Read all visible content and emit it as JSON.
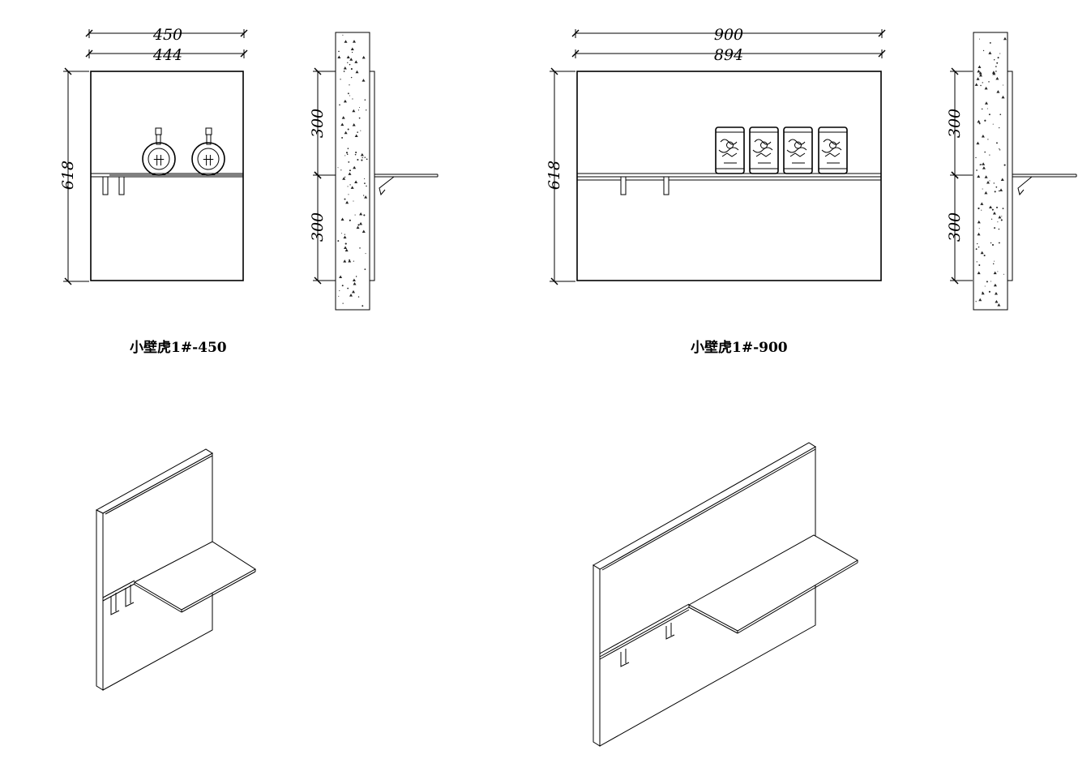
{
  "labels": {
    "title_small": "小壁虎1#-450",
    "title_large": "小壁虎1#-900"
  },
  "dimensions": {
    "small": {
      "outer_width": "450",
      "inner_width": "444",
      "height": "618",
      "upper": "300",
      "lower": "300"
    },
    "large": {
      "outer_width": "900",
      "inner_width": "894",
      "height": "618",
      "upper": "300",
      "lower": "300"
    }
  },
  "bottle_glyph": "卄",
  "colors": {
    "line": "#000000",
    "background": "#ffffff"
  }
}
